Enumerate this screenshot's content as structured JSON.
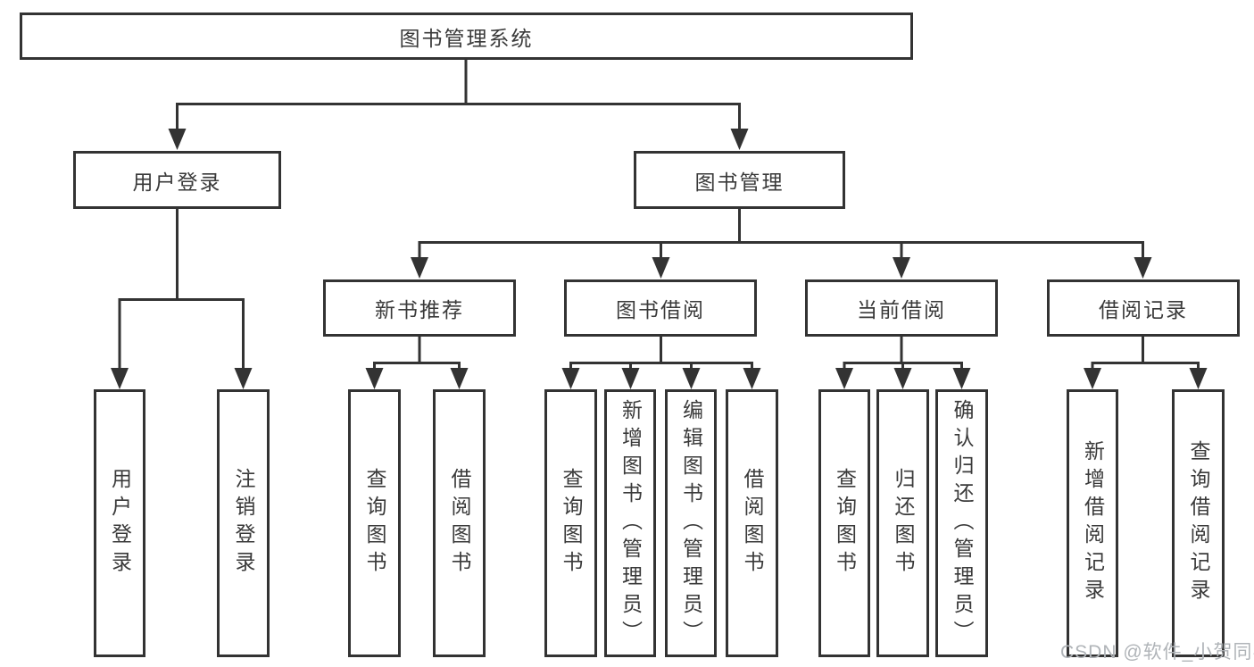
{
  "tree": {
    "root": {
      "label": "图书管理系统"
    },
    "level2": [
      {
        "label": "用户登录",
        "children": [
          {
            "label": "用户登录"
          },
          {
            "label": "注销登录"
          }
        ]
      },
      {
        "label": "图书管理",
        "children": [
          {
            "label": "新书推荐",
            "children": [
              {
                "label": "查询图书"
              },
              {
                "label": "借阅图书"
              }
            ]
          },
          {
            "label": "图书借阅",
            "children": [
              {
                "label": "查询图书"
              },
              {
                "label": "新增图书（管理员）"
              },
              {
                "label": "编辑图书（管理员）"
              },
              {
                "label": "借阅图书"
              }
            ]
          },
          {
            "label": "当前借阅",
            "children": [
              {
                "label": "查询图书"
              },
              {
                "label": "归还图书"
              },
              {
                "label": "确认归还（管理员）"
              }
            ]
          },
          {
            "label": "借阅记录",
            "children": [
              {
                "label": "新增借阅记录"
              },
              {
                "label": "查询借阅记录"
              }
            ]
          }
        ]
      }
    ]
  },
  "watermark": {
    "text": "CSDN @软件_小贺同学"
  },
  "colors": {
    "line": "#333333",
    "background": "#ffffff",
    "watermark": "#b0b4b8"
  }
}
